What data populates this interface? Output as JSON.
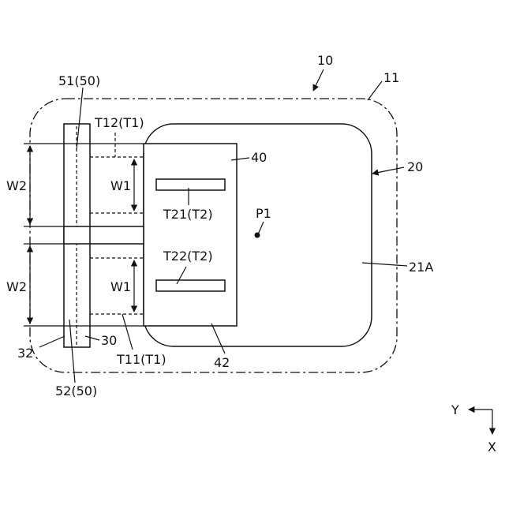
{
  "labels": {
    "ref_10": "10",
    "ref_11": "11",
    "ref_20": "20",
    "ref_21a": "21A",
    "ref_40": "40",
    "ref_42": "42",
    "ref_30": "30",
    "ref_32": "32",
    "ref_51": "51(50)",
    "ref_52": "52(50)",
    "ref_t12": "T12(T1)",
    "ref_t11": "T11(T1)",
    "ref_t21": "T21(T2)",
    "ref_t22": "T22(T2)",
    "ref_p1": "P1",
    "dim_w1_top": "W1",
    "dim_w1_bottom": "W1",
    "dim_w2_top": "W2",
    "dim_w2_bottom": "W2",
    "axis_y": "Y",
    "axis_x": "X"
  }
}
